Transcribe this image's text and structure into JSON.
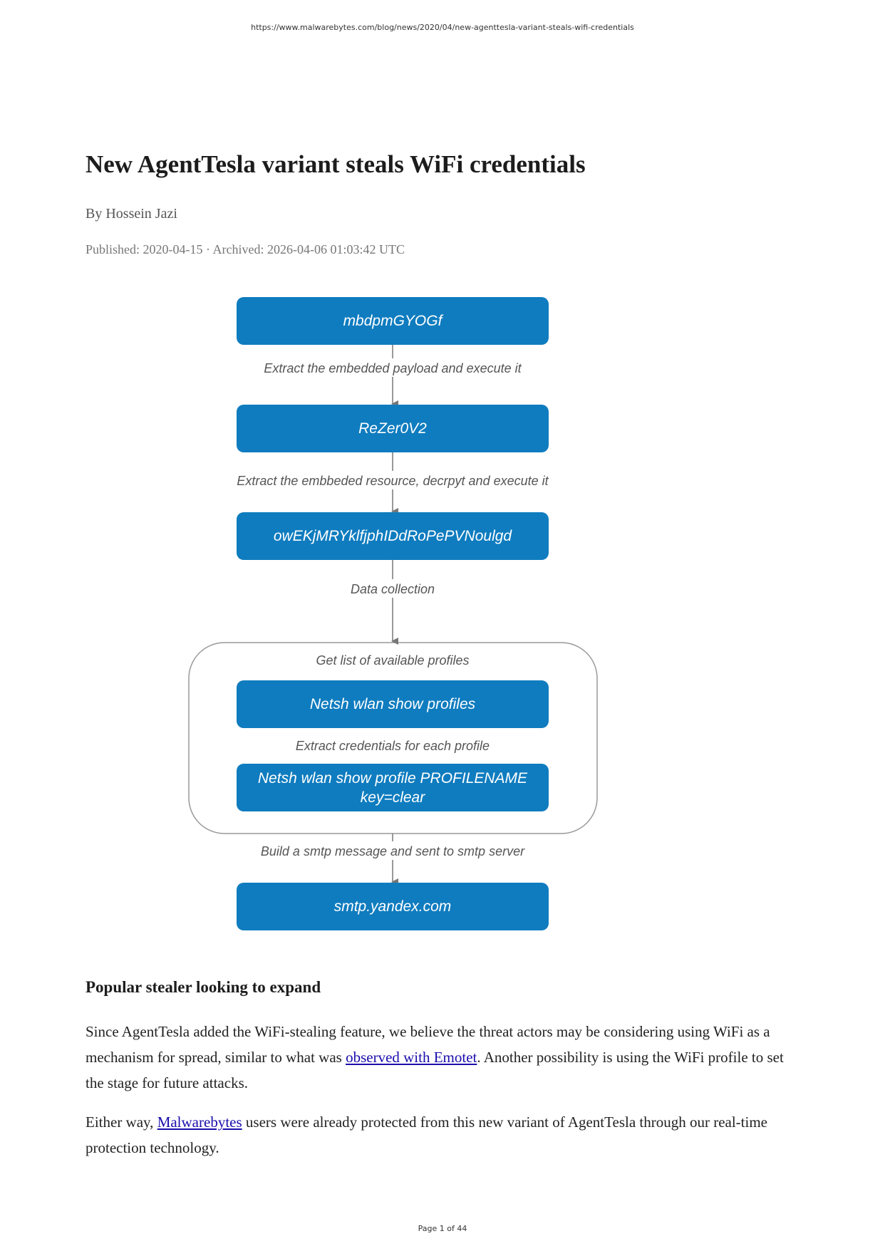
{
  "header": {
    "url": "https://www.malwarebytes.com/blog/news/2020/04/new-agenttesla-variant-steals-wifi-credentials"
  },
  "article": {
    "title": "New AgentTesla variant steals WiFi credentials",
    "byline": "By Hossein Jazi",
    "meta": "Published: 2020-04-15 · Archived: 2026-04-06 01:03:42 UTC"
  },
  "diagram": {
    "colors": {
      "node_fill": "#0f7cbf",
      "node_text": "#ffffff",
      "edge_text": "#555555",
      "arrow": "#777777",
      "group_border": "#999999"
    },
    "nodes": {
      "n1": "mbdpmGYOGf",
      "n2": "ReZer0V2",
      "n3": "owEKjMRYklfjphIDdRoPePVNoulgd",
      "n4": "Netsh wlan show profiles",
      "n5_line1": "Netsh wlan show profile PROFILENAME",
      "n5_line2": "key=clear",
      "n6": "smtp.yandex.com"
    },
    "edges": {
      "e1": "Extract the embedded payload and execute it",
      "e2": "Extract the embbeded resource, decrpyt and execute it",
      "e3": "Data collection",
      "g1": "Get list of available profiles",
      "g2": "Extract credentials for each profile",
      "e4": "Build a smtp message and sent to smtp server"
    }
  },
  "section": {
    "heading": "Popular stealer looking to expand",
    "p1_before": "Since AgentTesla added the WiFi-stealing feature, we believe the threat actors may be considering using WiFi as a mechanism for spread, similar to what was ",
    "p1_link": "observed with Emotet",
    "p1_after": ". Another possibility is using the WiFi profile to set the stage for future attacks.",
    "p2_before": "Either way, ",
    "p2_link": "Malwarebytes",
    "p2_after": " users were already protected from this new variant of AgentTesla through our real-time protection technology."
  },
  "footer": {
    "page": "Page 1 of 44"
  }
}
